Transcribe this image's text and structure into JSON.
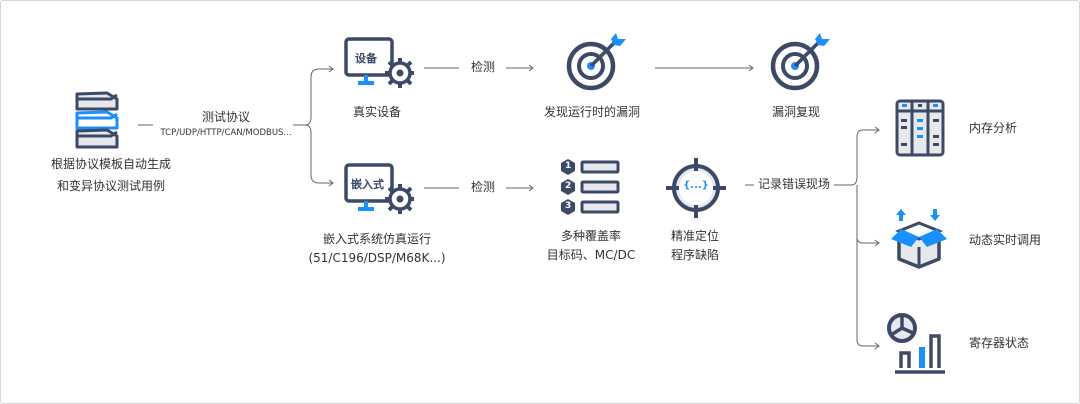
{
  "colors": {
    "navy": "#3b4a66",
    "blue": "#1890ff",
    "line": "#555555",
    "fill": "#e6e8ec"
  },
  "source": {
    "line1": "根据协议模板自动生成",
    "line2": "和变异协议测试用例",
    "icon": "stacked-blocks-icon"
  },
  "protocol": {
    "title": "测试协议",
    "list": "TCP/UDP/HTTP/CAN/MODBUS..."
  },
  "real_device": {
    "monitor_text": "设备",
    "label": "真实设备",
    "arrow_label": "检测"
  },
  "embedded": {
    "monitor_text": "嵌入式",
    "line1": "嵌入式系统仿真运行",
    "line2": "(51/C196/DSP/M68K...)",
    "arrow_label": "检测"
  },
  "find_vuln": {
    "label": "发现运行时的漏洞",
    "icon": "target-icon"
  },
  "reproduce": {
    "label": "漏洞复现",
    "icon": "target-icon"
  },
  "coverage": {
    "line1": "多种覆盖率",
    "line2": "目标码、MC/DC",
    "numbers": [
      "1",
      "2",
      "3"
    ]
  },
  "locate": {
    "line1": "精准定位",
    "line2": "程序缺陷",
    "glyph": "{...}"
  },
  "record": {
    "label": "记录错误现场"
  },
  "outputs": [
    {
      "label": "内存分析",
      "icon": "memory-icon"
    },
    {
      "label": "动态实时调用",
      "icon": "box-icon"
    },
    {
      "label": "寄存器状态",
      "icon": "register-chart-icon"
    }
  ]
}
